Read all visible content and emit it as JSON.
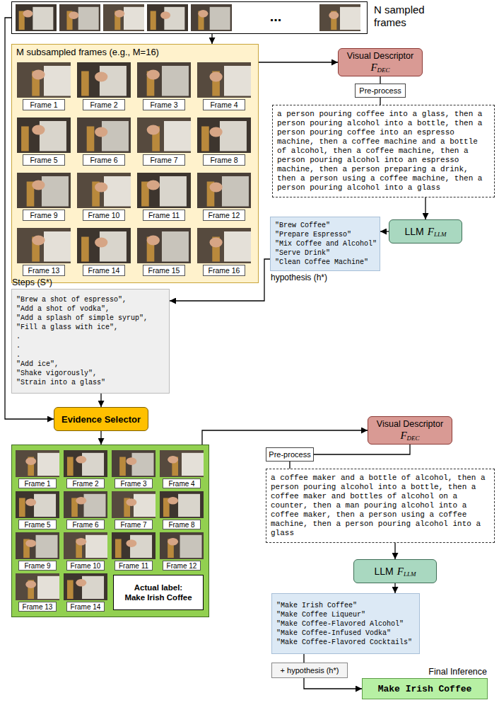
{
  "diagram": {
    "nodes": [
      {
        "text": [
          "N sampled frames"
        ]
      },
      {
        "text": [
          "M subsampled frames (e.g., M=16)"
        ]
      },
      {
        "text": [
          "Frame 1"
        ],
        "in": 1
      },
      {
        "text": [
          "Frame 2"
        ],
        "in": 1
      },
      {
        "text": [
          "Frame 3"
        ],
        "in": 1
      },
      {
        "text": [
          "Frame 4"
        ],
        "in": 1
      },
      {
        "text": [
          "Frame 5"
        ],
        "in": 1
      },
      {
        "text": [
          "Frame 6"
        ],
        "in": 1
      },
      {
        "text": [
          "Frame 7"
        ],
        "in": 1
      },
      {
        "text": [
          "Frame 8"
        ],
        "in": 1
      },
      {
        "text": [
          "Frame 9"
        ],
        "in": 1
      },
      {
        "text": [
          "Frame 10"
        ],
        "in": 1
      },
      {
        "text": [
          "Frame 11"
        ],
        "in": 1
      },
      {
        "text": [
          "Frame 12"
        ],
        "in": 1
      },
      {
        "text": [
          "Frame 13"
        ],
        "in": 1
      },
      {
        "text": [
          "Frame 14"
        ],
        "in": 1
      },
      {
        "text": [
          "Frame 15"
        ],
        "in": 1
      },
      {
        "text": [
          "Frame 16"
        ],
        "in": 1
      },
      {
        "text": [
          "Visual Descriptor",
          "F",
          "DEC"
        ]
      },
      {
        "text": [
          "Pre-process"
        ]
      },
      {
        "text": [
          "a person pouring coffee into a glass, then a person pouring alcohol into a bottle, then a person pouring coffee into an espresso machine, then a coffee machine and a bottle of alcohol, then a coffee machine, then a person pouring alcohol into an espresso machine, then a person preparing a drink, then a person using a coffee machine, then a person pouring alcohol into a glass"
        ]
      },
      {
        "text": [
          "LLM",
          "F",
          "LLM"
        ]
      },
      {
        "text": [
          "\"Brew Coffee\"",
          "\"Prepare Espresso\"",
          "\"Mix Coffee and Alcohol\"",
          "\"Serve Drink\"",
          "\"Clean Coffee Machine\"",
          "hypothesis (h*)"
        ]
      },
      {
        "text": [
          "Steps (S*)",
          "\"Brew a shot of espresso\",",
          "\"Add a shot of vodka\",",
          "\"Add a splash of simple syrup\",",
          "\"Fill a glass with ice\",",
          ".",
          ".",
          ".",
          "\"Add ice\",",
          "\"Shake vigorously\",",
          "\"Strain into a glass\""
        ]
      },
      {
        "text": [
          "Evidence Selector"
        ]
      },
      {
        "text": []
      },
      {
        "text": [
          "Frame 1"
        ],
        "in": 25
      },
      {
        "text": [
          "Frame 2"
        ],
        "in": 25
      },
      {
        "text": [
          "Frame 3"
        ],
        "in": 25
      },
      {
        "text": [
          "Frame 4"
        ],
        "in": 25
      },
      {
        "text": [
          "Frame 5"
        ],
        "in": 25
      },
      {
        "text": [
          "Frame 6"
        ],
        "in": 25
      },
      {
        "text": [
          "Frame 7"
        ],
        "in": 25
      },
      {
        "text": [
          "Frame 8"
        ],
        "in": 25
      },
      {
        "text": [
          "Frame 9"
        ],
        "in": 25
      },
      {
        "text": [
          "Frame 10"
        ],
        "in": 25
      },
      {
        "text": [
          "Frame 11"
        ],
        "in": 25
      },
      {
        "text": [
          "Frame 12"
        ],
        "in": 25
      },
      {
        "text": [
          "Frame 13"
        ],
        "in": 25
      },
      {
        "text": [
          "Frame 14"
        ],
        "in": 25
      },
      {
        "text": [
          "Actual label:",
          "Make Irish Coffee"
        ],
        "in": 25
      },
      {
        "text": [
          "Visual Descriptor",
          "F",
          "DEC"
        ]
      },
      {
        "text": [
          "Pre-process"
        ]
      },
      {
        "text": [
          "a coffee maker and a bottle of alcohol, then a person pouring alcohol into a bottle, then a coffee maker and bottles of alcohol on a counter, then a man pouring alcohol into a coffee maker, then a person using a coffee machine, then a person pouring alcohol into a glass"
        ]
      },
      {
        "text": [
          "LLM",
          "F",
          "LLM"
        ]
      },
      {
        "text": [
          "\"Make Irish Coffee\"",
          "\"Make Coffee Liqueur\"",
          "\"Make Coffee-Flavored Alcohol\"",
          "\"Make Coffee-Infused Vodka\"",
          "\"Make Coffee-Flavored Cocktails\""
        ]
      },
      {
        "text": [
          "+ hypothesis (h*)"
        ]
      },
      {
        "text": [
          "Final Inference",
          "Make Irish Coffee"
        ]
      }
    ],
    "edges": [
      {
        "from": 0,
        "to": 1,
        "arrow": "to"
      },
      {
        "from": 0,
        "to": 24,
        "arrow": "to"
      },
      {
        "from": 1,
        "to": 18,
        "arrow": "to"
      },
      {
        "from": 18,
        "to": 19,
        "arrow": "none"
      },
      {
        "from": 19,
        "to": 20,
        "arrow": "none"
      },
      {
        "from": 20,
        "to": 21,
        "arrow": "to"
      },
      {
        "from": 21,
        "to": 22,
        "arrow": "to"
      },
      {
        "from": 22,
        "to": 23,
        "arrow": "to"
      },
      {
        "from": 23,
        "to": 24,
        "arrow": "to"
      },
      {
        "from": 24,
        "to": 25,
        "arrow": "to"
      },
      {
        "from": 25,
        "to": 41,
        "arrow": "to"
      },
      {
        "from": 41,
        "to": 42,
        "arrow": "none"
      },
      {
        "from": 42,
        "to": 43,
        "arrow": "none"
      },
      {
        "from": 43,
        "to": 44,
        "arrow": "to"
      },
      {
        "from": 44,
        "to": 45,
        "arrow": "to"
      },
      {
        "from": 45,
        "to": 46,
        "arrow": "none"
      },
      {
        "from": 46,
        "to": 47,
        "arrow": "to"
      }
    ],
    "labels": [
      "..."
    ]
  }
}
